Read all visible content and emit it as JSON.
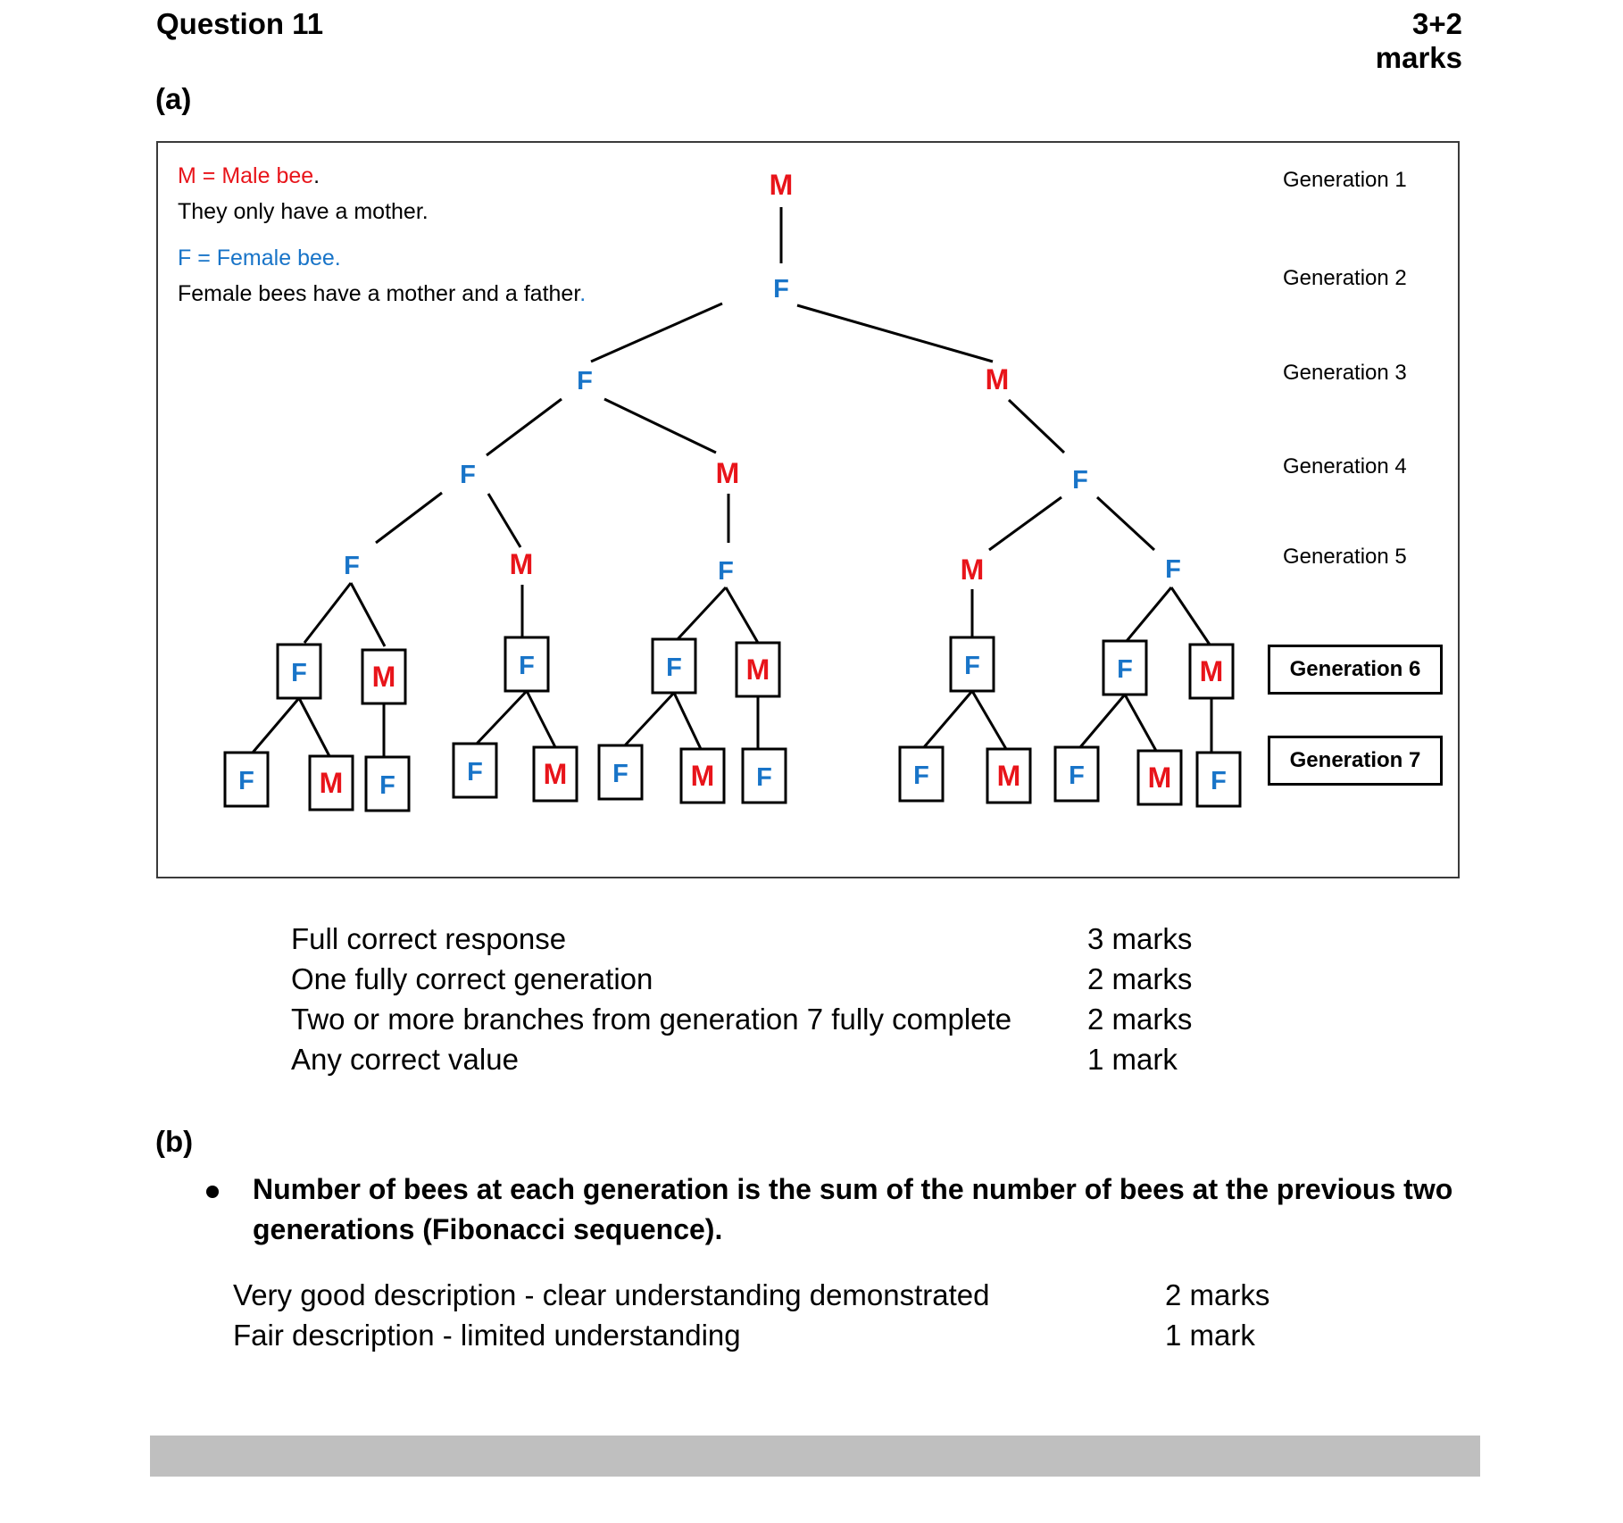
{
  "header": {
    "question": "Question 11",
    "marks": "3+2 marks"
  },
  "part_a": {
    "label": "(a)",
    "legend": {
      "male_def": "M = Male bee",
      "male_def_end": ".",
      "male_note": "They only have a mother.",
      "female_def": "F = Female bee.",
      "female_note": "Female bees have a mother and a father",
      "female_note_end": "."
    },
    "generations": [
      "Generation 1",
      "Generation 2",
      "Generation 3",
      "Generation 4",
      "Generation 5",
      "Generation 6",
      "Generation 7"
    ],
    "tree_nodes": {
      "gen1": [
        "M"
      ],
      "gen2": [
        "F"
      ],
      "gen3": [
        "F",
        "M"
      ],
      "gen4": [
        "F",
        "M",
        "F"
      ],
      "gen5": [
        "F",
        "M",
        "F",
        "M",
        "F"
      ],
      "gen6": [
        "F",
        "M",
        "F",
        "F",
        "M",
        "F",
        "F",
        "M"
      ],
      "gen7": [
        "F",
        "M",
        "F",
        "F",
        "M",
        "F",
        "M",
        "F",
        "F",
        "M",
        "F",
        "M",
        "F"
      ]
    },
    "colors": {
      "male": "#e8141a",
      "female": "#1874c8"
    },
    "scheme": [
      {
        "criterion": "Full correct response",
        "marks": "3 marks"
      },
      {
        "criterion": "One fully correct generation",
        "marks": "2 marks"
      },
      {
        "criterion": "Two or more branches from generation 7 fully complete",
        "marks": "2 marks"
      },
      {
        "criterion": "Any correct value",
        "marks": "1 mark"
      }
    ]
  },
  "part_b": {
    "label": "(b)",
    "bullet": "Number of bees at each generation is the sum of the number of bees at the previous two generations (Fibonacci sequence).",
    "scheme": [
      {
        "criterion": "Very good description - clear understanding demonstrated",
        "marks": "2 marks"
      },
      {
        "criterion": "Fair description - limited understanding",
        "marks": "1 mark"
      }
    ]
  }
}
